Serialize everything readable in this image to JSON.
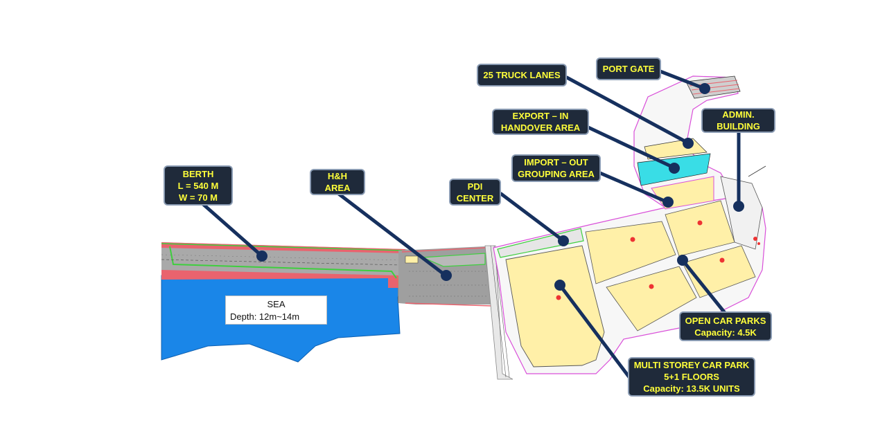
{
  "callouts": {
    "berth": [
      "BERTH",
      "L = 540 M",
      "W = 70 M"
    ],
    "hh_area": [
      "H&H",
      "AREA"
    ],
    "pdi_center": [
      "PDI",
      "CENTER"
    ],
    "truck_lanes": [
      "25 TRUCK LANES"
    ],
    "port_gate": [
      "PORT GATE"
    ],
    "export_in": [
      "EXPORT – IN",
      "HANDOVER AREA"
    ],
    "admin_building": [
      "ADMIN.",
      "BUILDING"
    ],
    "import_out": [
      "IMPORT – OUT",
      "GROUPING AREA"
    ],
    "open_car_parks": [
      "OPEN CAR PARKS",
      "Capacity: 4.5K"
    ],
    "multi_storey": [
      "MULTI STOREY CAR PARK",
      "5+1 FLOORS",
      "Capacity: 13.5K UNITS"
    ]
  },
  "sea": {
    "title": "SEA",
    "depth": "Depth: 12m~14m"
  },
  "colors": {
    "sea": "#1a86e8",
    "callout_bg": "#1f2a3a",
    "callout_text": "#ffff3a",
    "callout_border": "#8a9bb3",
    "leader_line": "#16305e",
    "parking_fill": "#fff0a8",
    "handover_fill": "#39dde6",
    "quay_gray": "#a9a9a9",
    "quay_red": "#e9636e",
    "green_outline": "#3ecf3e"
  }
}
